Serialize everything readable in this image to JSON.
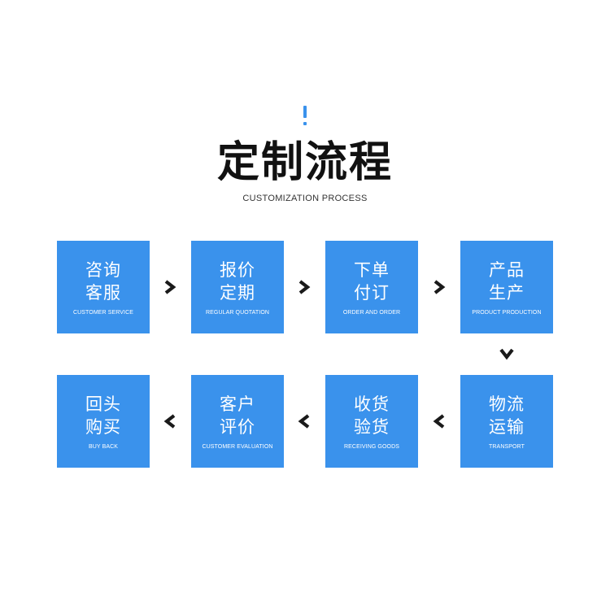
{
  "title": "定制流程",
  "subtitle": "CUSTOMIZATION PROCESS",
  "colors": {
    "accent": "#3a92ec",
    "arrow": "#1a1a1a"
  },
  "steps": [
    {
      "cn1": "咨询",
      "cn2": "客服",
      "en": "CUSTOMER SERVICE"
    },
    {
      "cn1": "报价",
      "cn2": "定期",
      "en": "REGULAR QUOTATION"
    },
    {
      "cn1": "下单",
      "cn2": "付订",
      "en": "ORDER AND ORDER"
    },
    {
      "cn1": "产品",
      "cn2": "生产",
      "en": "PRODUCT PRODUCTION"
    },
    {
      "cn1": "物流",
      "cn2": "运输",
      "en": "TRANSPORT"
    },
    {
      "cn1": "收货",
      "cn2": "验货",
      "en": "RECEIVING GOODS"
    },
    {
      "cn1": "客户",
      "cn2": "评价",
      "en": "CUSTOMER EVALUATION"
    },
    {
      "cn1": "回头",
      "cn2": "购买",
      "en": "BUY BACK"
    }
  ]
}
